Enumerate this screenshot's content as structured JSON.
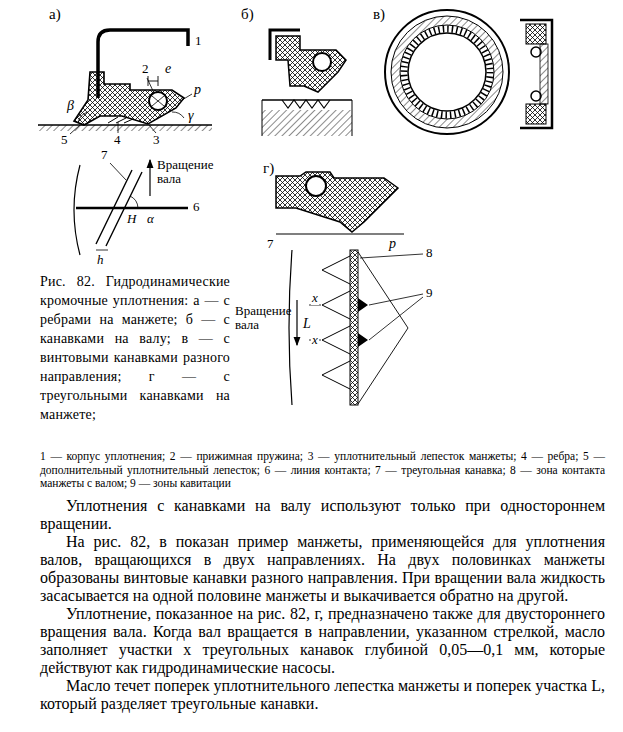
{
  "diagram": {
    "caption": "Рис. 82. Гидродинамические кромочные уплотнения: а — с ребрами на манжете; б — с канавками на валу; в — с винтовыми канавками разного направления; г — с треугольными канавками на манжете;",
    "labels": [
      "а)",
      "1",
      "2",
      "e",
      "p",
      "β",
      "γ",
      "5",
      "4",
      "3",
      "б)",
      "в)",
      "7",
      "Вращение вала",
      "6",
      "H",
      "α",
      "h",
      "г)",
      "7",
      "p",
      "8",
      "9",
      "Вращение вала",
      "L",
      "x",
      "x",
      "1 — корпус уплотнения; 2 — прижимная пружина; 3 — уплотнительный лепесток манжеты; 4 — ребра; 5 — дополнительный уплотнительный лепесток; 6 — линия контакта; 7 — треугольная канавка; 8 — зона контакта манжеты с валом; 9 — зоны кавитации",
      "Уплотнения с канавками на валу используют только при одностороннем вращении.",
      "На рис. 82, в показан пример манжеты, применяющейся для уплотнения валов, вращающихся в двух направлениях. На двух половинках манжеты образованы винтовые канавки разного направления. При вращении вала жидкость засасывается на одной половине манжеты и выкачивается обратно на другой.",
      "Уплотнение, показанное на рис. 82, г, предназначено также для двустороннего вращения вала. Когда вал вращается в направлении, указанном стрелкой, масло заполняет участки x треугольных канавок глубиной 0,05—0,1 мм, которые действуют как гидродинамические насосы.",
      "Масло течет поперек уплотнительного лепестка манжеты и поперек участка L, который разделяет треугольные канавки."
    ]
  }
}
